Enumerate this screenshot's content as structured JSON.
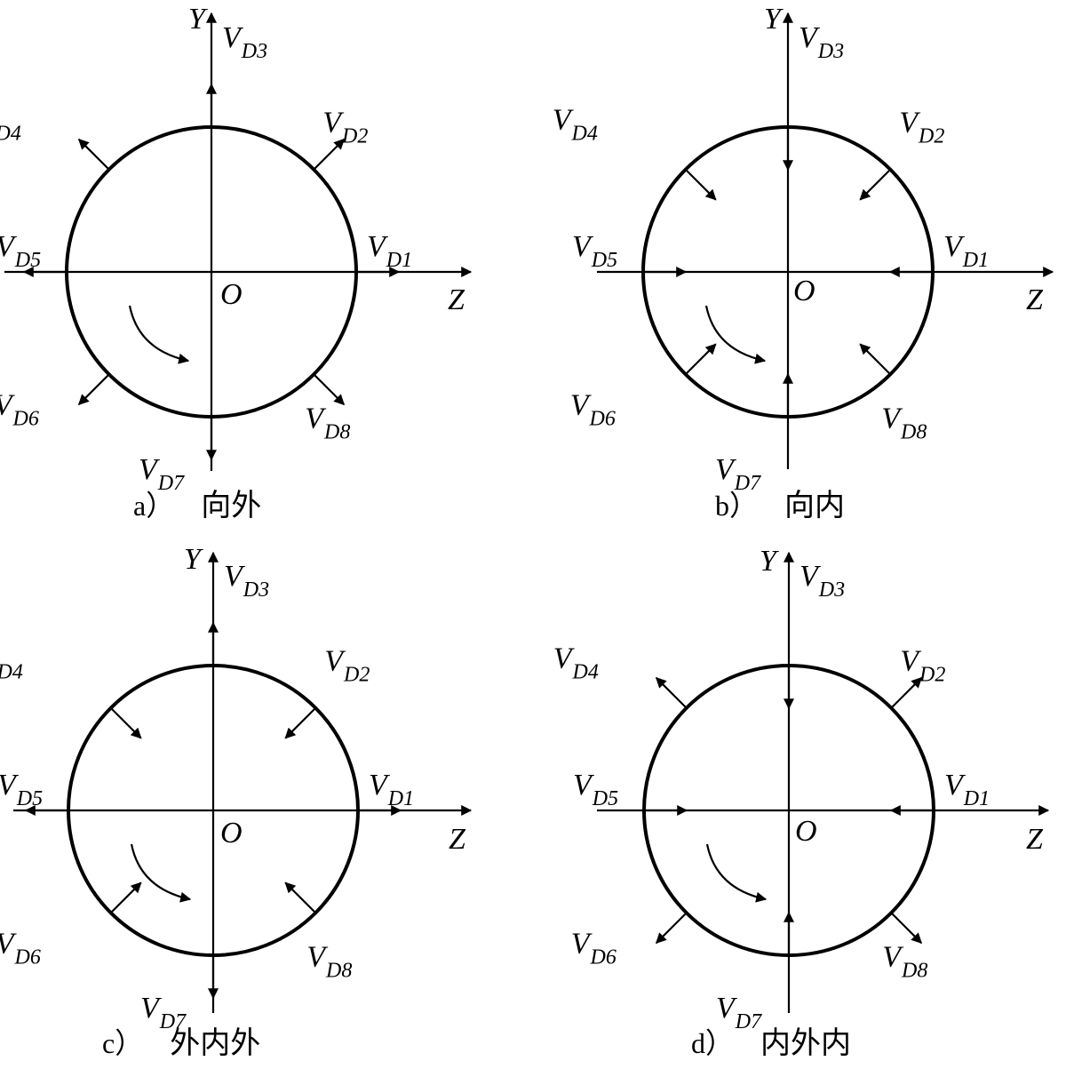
{
  "axes": {
    "y": "Y",
    "z": "Z",
    "origin": "O"
  },
  "velocity_symbol": "V",
  "panels": [
    {
      "id": "a",
      "caption_letter": "a）",
      "caption_text": "向外",
      "directions": [
        "out",
        "out",
        "out",
        "out",
        "out",
        "out",
        "out",
        "out"
      ],
      "labels": [
        "D1",
        "D2",
        "D3",
        "D4",
        "D5",
        "D6",
        "D7",
        "D8"
      ]
    },
    {
      "id": "b",
      "caption_letter": "b）",
      "caption_text": "向内",
      "directions": [
        "in",
        "in",
        "in",
        "in",
        "in",
        "in",
        "in",
        "in"
      ],
      "labels": [
        "D1",
        "D2",
        "D3",
        "D4",
        "D5",
        "D6",
        "D7",
        "D8"
      ]
    },
    {
      "id": "c",
      "caption_letter": "c）",
      "caption_text": "外内外",
      "directions": [
        "out",
        "in",
        "out",
        "in",
        "out",
        "in",
        "out",
        "in"
      ],
      "labels": [
        "D1",
        "D2",
        "D3",
        "D4",
        "D5",
        "D6",
        "D7",
        "D8"
      ]
    },
    {
      "id": "d",
      "caption_letter": "d）",
      "caption_text": "内外内",
      "directions": [
        "in",
        "out",
        "in",
        "out",
        "in",
        "out",
        "in",
        "out"
      ],
      "labels": [
        "D1",
        "D2",
        "D3",
        "D4",
        "D5",
        "D6",
        "D7",
        "D8"
      ]
    }
  ]
}
